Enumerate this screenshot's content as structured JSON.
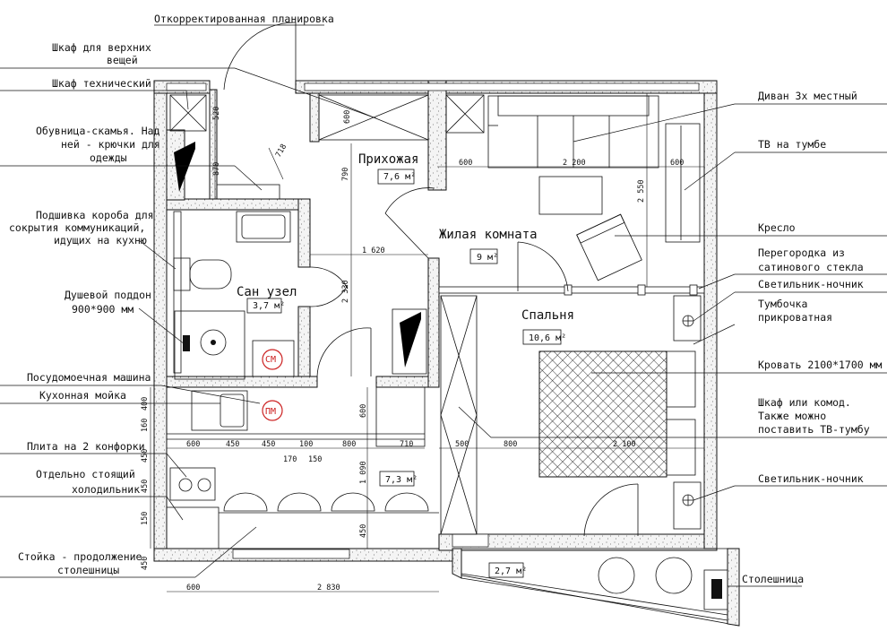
{
  "title": "Откорректированная планировка",
  "labels_left": [
    "Шкаф для верхних",
    "вещей",
    "Шкаф технический",
    "Обувница-скамья. Над",
    "ней - крючки для",
    "одежды",
    "Подшивка короба для",
    "сокрытия коммуникаций,",
    "идущих на кухню",
    "Душевой поддон",
    "900*900 мм",
    "Посудомоечная машина",
    "Кухонная мойка",
    "Плита на 2 конфорки",
    "Отдельно стоящий",
    "холодильник",
    "Стойка - продолжение",
    "столешницы"
  ],
  "labels_right": [
    "Диван 3х местный",
    "ТВ на тумбе",
    "Кресло",
    "Перегородка из",
    "сатинового стекла",
    "Светильник-ночник",
    "Тумбочка",
    "прикроватная",
    "Кровать 2100*1700 мм",
    "Шкаф или комод.",
    "Также можно",
    "поставить ТВ-тумбу",
    "Светильник-ночник",
    "Столешница"
  ],
  "rooms": [
    {
      "name": "Прихожая",
      "area": "7,6 м²"
    },
    {
      "name": "Жилая комната",
      "area": "9 м²"
    },
    {
      "name": "Сан узел",
      "area": "3,7 м²"
    },
    {
      "name": "Спальня",
      "area": "10,6 м²"
    },
    {
      "name": "",
      "area": "7,3 м²"
    },
    {
      "name": "",
      "area": "2,7 м²"
    }
  ],
  "appliance_marks": [
    "СМ",
    "ПМ"
  ],
  "dimensions": [
    "520",
    "870",
    "600",
    "718",
    "790",
    "600",
    "2 200",
    "600",
    "2 550",
    "1 620",
    "2 330",
    "600",
    "400",
    "160",
    "600",
    "450",
    "450",
    "100",
    "170",
    "150",
    "800",
    "710",
    "500",
    "800",
    "2 100",
    "1 090",
    "450",
    "150",
    "450",
    "450",
    "450",
    "600",
    "2 830"
  ],
  "colors": {
    "line": "#111111",
    "mark": "#cc2222",
    "wall_fill": "#f2f2f2"
  }
}
